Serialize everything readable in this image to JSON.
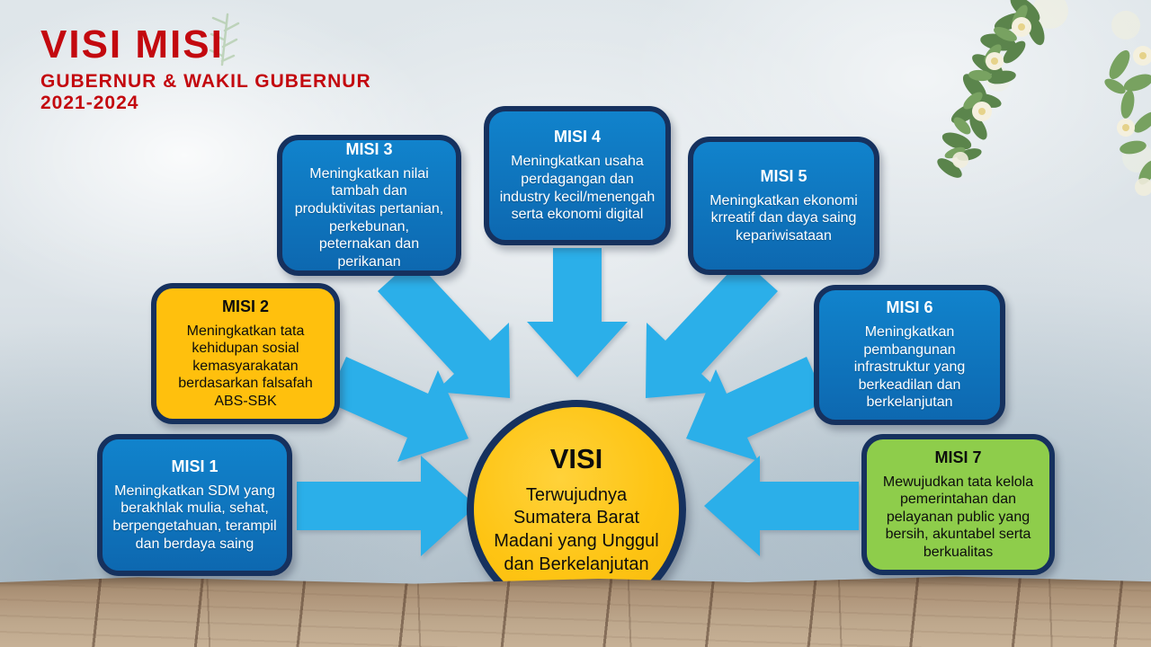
{
  "header": {
    "title": "VISI MISI",
    "subtitle_line1": "GUBERNUR & WAKIL GUBERNUR",
    "subtitle_line2": "2021-2024"
  },
  "visi": {
    "label": "VISI",
    "text": "Terwujudnya Sumatera Barat Madani yang Unggul dan Berkelanjutan"
  },
  "misi": [
    {
      "label": "MISI 1",
      "variant": "blue",
      "text": "Meningkatkan SDM yang berakhlak mulia, sehat, berpengetahuan, terampil dan berdaya saing"
    },
    {
      "label": "MISI 2",
      "variant": "yellow",
      "text": "Meningkatkan tata kehidupan sosial kemasyarakatan berdasarkan falsafah ABS-SBK"
    },
    {
      "label": "MISI 3",
      "variant": "blue",
      "text": "Meningkatkan nilai tambah dan produktivitas pertanian, perkebunan, peternakan dan perikanan"
    },
    {
      "label": "MISI 4",
      "variant": "blue",
      "text": "Meningkatkan usaha perdagangan dan industry kecil/menengah serta ekonomi digital"
    },
    {
      "label": "MISI 5",
      "variant": "blue",
      "text": "Meningkatkan ekonomi krreatif dan daya saing kepariwisataan"
    },
    {
      "label": "MISI 6",
      "variant": "blue",
      "text": "Meningkatkan pembangunan infrastruktur yang berkeadilan dan berkelanjutan"
    },
    {
      "label": "MISI 7",
      "variant": "green",
      "text": "Mewujudkan tata kelola pemerintahan dan pelayanan public yang bersih, akuntabel serta berkualitas"
    }
  ],
  "colors": {
    "title_red": "#c3090f",
    "box_blue": "#0f74c0",
    "box_blue_border": "#16315e",
    "box_yellow": "#ffc00d",
    "box_green": "#8ecd4b",
    "circle_yellow": "#fec413",
    "arrow_blue": "#2bafe9"
  }
}
